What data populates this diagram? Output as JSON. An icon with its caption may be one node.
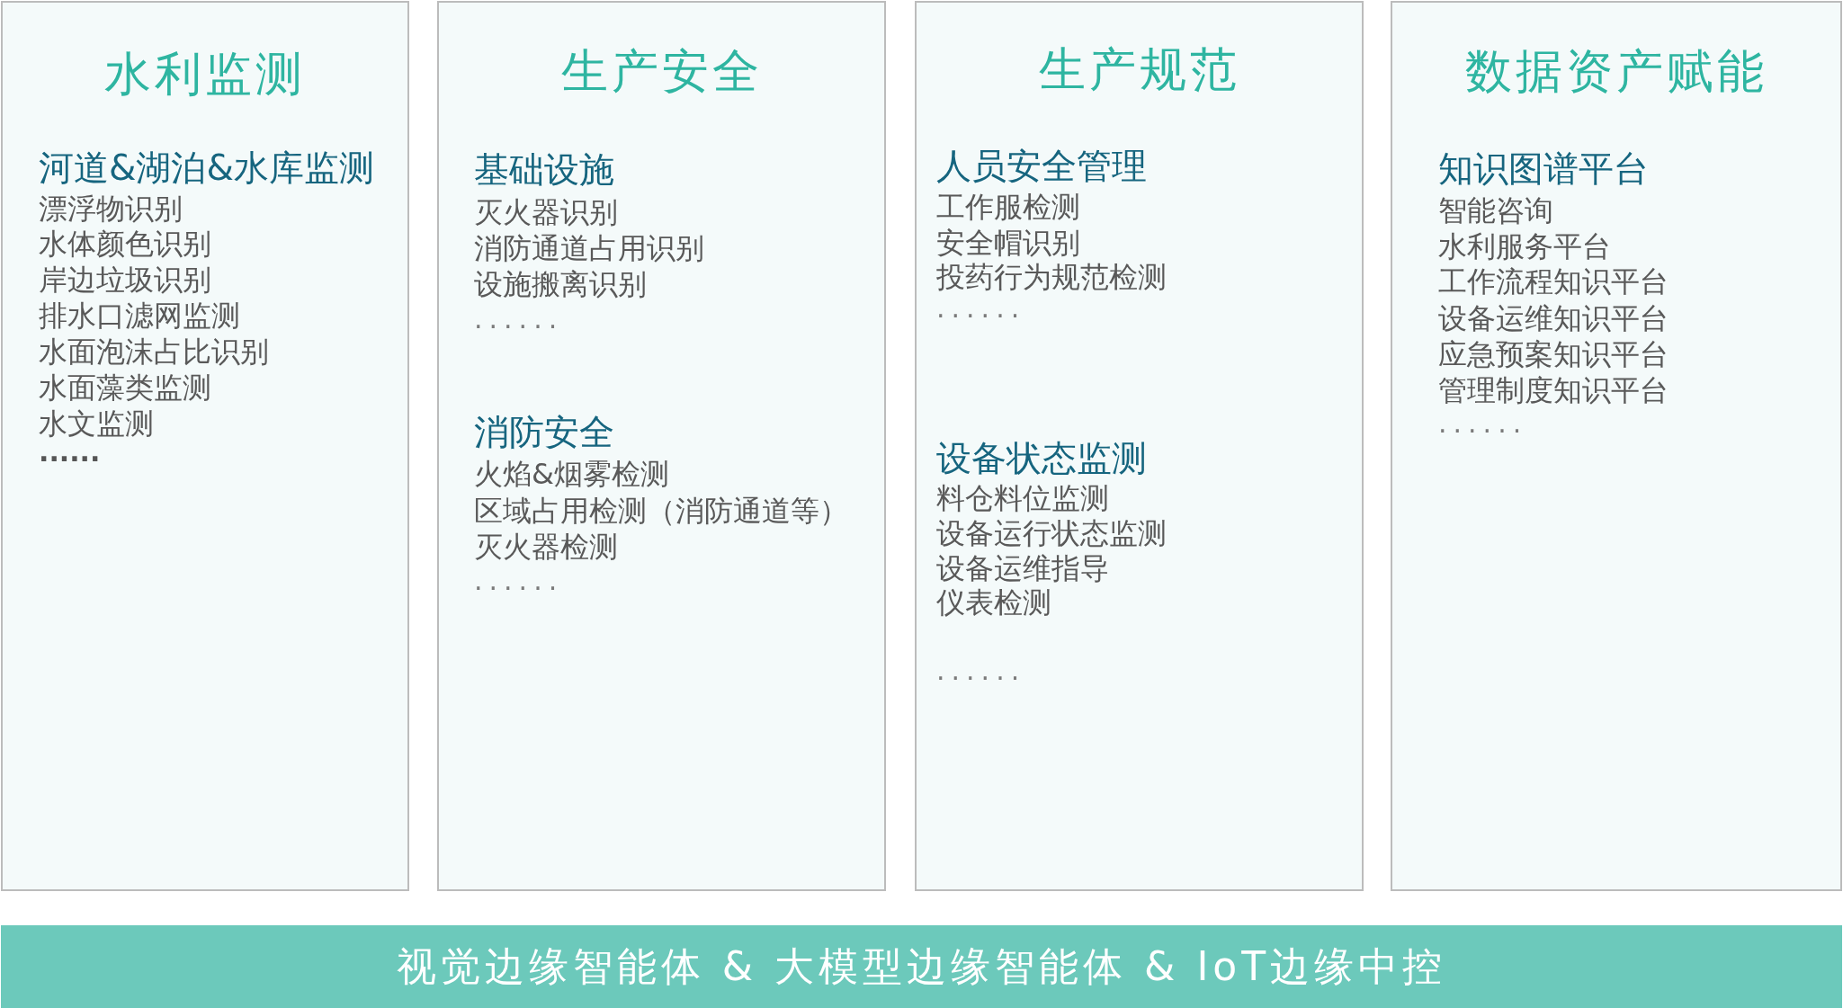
{
  "diagram": {
    "nodes": [
      {
        "text": [
          "水利监测",
          "河道&湖泊&水库监测",
          "漂浮物识别",
          "水体颜色识别",
          "岸边垃圾识别",
          "排水口滤网监测",
          "水面泡沫占比识别",
          "水面藻类监测",
          "水文监测",
          "......"
        ]
      },
      {
        "text": [
          "生产安全",
          "基础设施",
          "灭火器识别",
          "消防通道占用识别",
          "设施搬离识别",
          "......",
          "消防安全",
          "火焰&烟雾检测",
          "区域占用检测（消防通道等）",
          "灭火器检测",
          "......"
        ]
      },
      {
        "text": [
          "生产规范",
          "人员安全管理",
          "工作服检测",
          "安全帽识别",
          "投药行为规范检测",
          "......",
          "设备状态监测",
          "料仓料位监测",
          "设备运行状态监测",
          "设备运维指导",
          "仪表检测",
          "......"
        ]
      },
      {
        "text": [
          "数据资产赋能",
          "知识图谱平台",
          "智能咨询",
          "水利服务平台",
          "工作流程知识平台",
          "设备运维知识平台",
          "应急预案知识平台",
          "管理制度知识平台",
          "......"
        ]
      },
      {
        "text": [
          "视觉边缘智能体 & 大模型边缘智能体 & IoT边缘中控"
        ]
      }
    ]
  }
}
